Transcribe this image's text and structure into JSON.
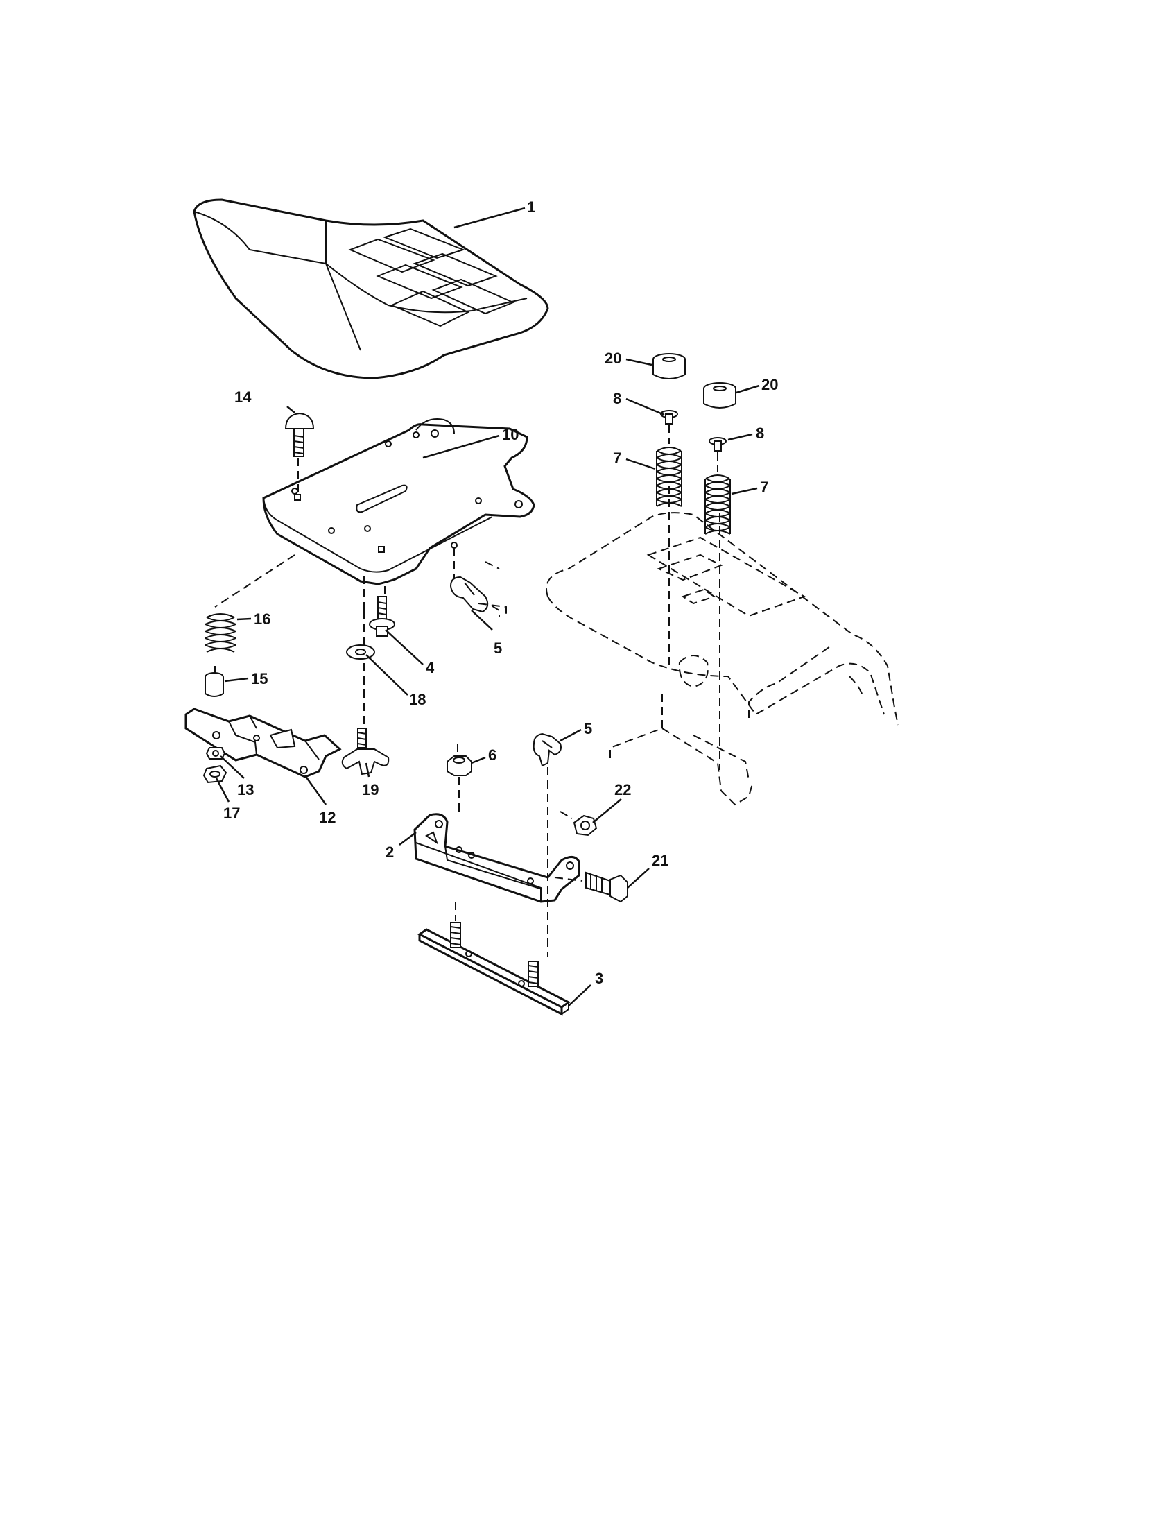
{
  "diagram": {
    "callouts": {
      "c1": "1",
      "c2": "2",
      "c3": "3",
      "c4": "4",
      "c5a": "5",
      "c5b": "5",
      "c6": "6",
      "c7a": "7",
      "c7b": "7",
      "c8a": "8",
      "c8b": "8",
      "c10": "10",
      "c12": "12",
      "c13": "13",
      "c14": "14",
      "c15": "15",
      "c16": "16",
      "c17": "17",
      "c18": "18",
      "c19": "19",
      "c20a": "20",
      "c20b": "20",
      "c21": "21",
      "c22": "22"
    }
  }
}
